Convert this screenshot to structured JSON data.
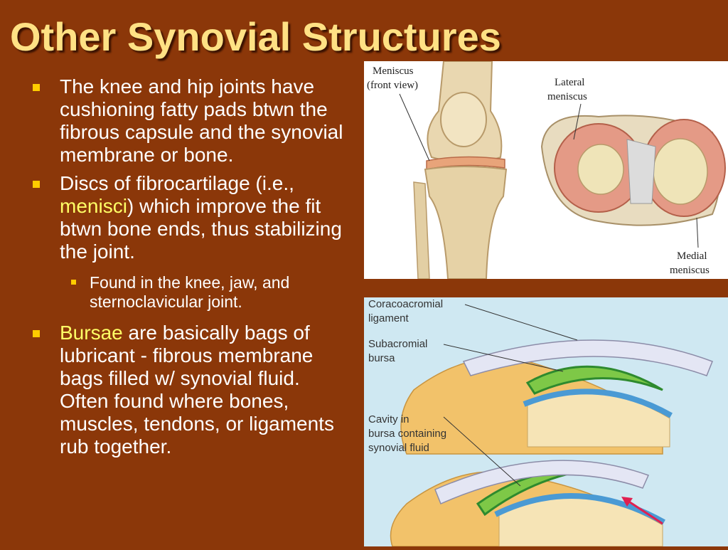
{
  "slide": {
    "title": "Other Synovial Structures"
  },
  "bullets": {
    "b1": "The knee and hip joints have cushioning fatty pads btwn the fibrous capsule and the synovial membrane or bone.",
    "b2_pre": "Discs of fibrocartilage (i.e., ",
    "b2_hl": "menisci",
    "b2_post": ") which improve the fit btwn bone ends, thus stabilizing the joint.",
    "b2_sub": "Found in the knee, jaw, and sternoclavicular joint.",
    "b3_hl": "Bursae",
    "b3_post": " are basically bags of lubricant  - fibrous membrane bags filled w/ synovial fluid.  Often found where bones, muscles, tendons, or ligaments rub together."
  },
  "knee_figure": {
    "label_meniscus_1": "Meniscus",
    "label_meniscus_2": "(front view)",
    "label_lateral_1": "Lateral",
    "label_lateral_2": "meniscus",
    "label_medial_1": "Medial",
    "label_medial_2": "meniscus"
  },
  "bursa_figure": {
    "label_cora_1": "Coracoacromial",
    "label_cora_2": "ligament",
    "label_sub_1": "Subacromial",
    "label_sub_2": "bursa",
    "label_cav_1": "Cavity in",
    "label_cav_2": "bursa containing",
    "label_cav_3": "synovial fluid"
  },
  "colors": {
    "background": "#8b3709",
    "title": "#ffe184",
    "bullet_marker": "#ffcc00",
    "highlight": "#ffff66"
  }
}
